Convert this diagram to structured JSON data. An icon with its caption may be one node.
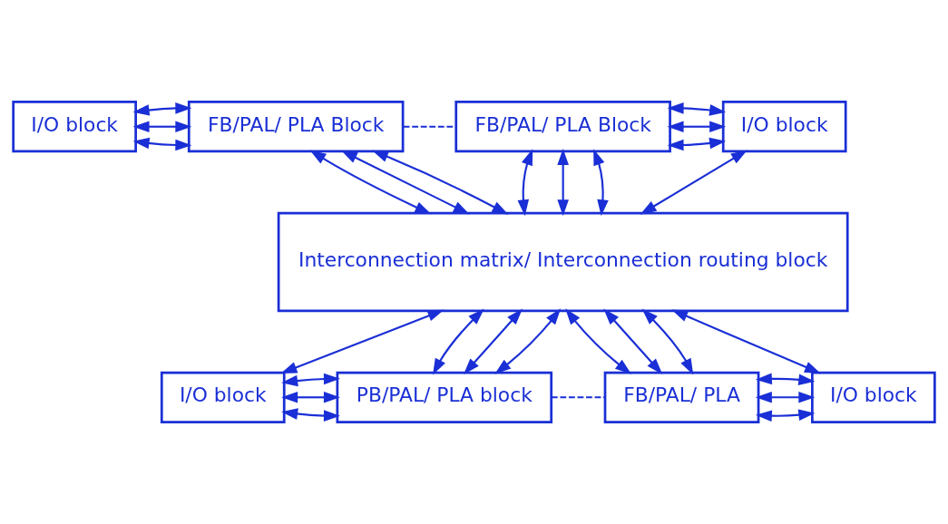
{
  "diagram": {
    "nodes": [
      {
        "text": [
          "I/O block"
        ]
      },
      {
        "text": [
          "FB/PAL/ PLA Block"
        ]
      },
      {
        "text": [
          "FB/PAL/ PLA Block"
        ]
      },
      {
        "text": [
          "I/O block"
        ]
      },
      {
        "text": [
          "Interconnection matrix/ Interconnection routing block"
        ]
      },
      {
        "text": [
          "I/O block"
        ]
      },
      {
        "text": [
          "PB/PAL/ PLA block"
        ]
      },
      {
        "text": [
          "FB/PAL/ PLA"
        ]
      },
      {
        "text": [
          "I/O block"
        ]
      }
    ],
    "edges": [
      {
        "from": 0,
        "to": 1,
        "arrow": "both"
      },
      {
        "from": 0,
        "to": 1,
        "arrow": "both"
      },
      {
        "from": 0,
        "to": 1,
        "arrow": "both"
      },
      {
        "from": 1,
        "to": 2,
        "arrow": "none",
        "style": "dashed"
      },
      {
        "from": 2,
        "to": 3,
        "arrow": "both"
      },
      {
        "from": 2,
        "to": 3,
        "arrow": "both"
      },
      {
        "from": 2,
        "to": 3,
        "arrow": "both"
      },
      {
        "from": 1,
        "to": 4,
        "arrow": "both"
      },
      {
        "from": 1,
        "to": 4,
        "arrow": "both"
      },
      {
        "from": 1,
        "to": 4,
        "arrow": "both"
      },
      {
        "from": 2,
        "to": 4,
        "arrow": "both"
      },
      {
        "from": 2,
        "to": 4,
        "arrow": "both"
      },
      {
        "from": 2,
        "to": 4,
        "arrow": "both"
      },
      {
        "from": 3,
        "to": 4,
        "arrow": "both"
      },
      {
        "from": 4,
        "to": 5,
        "arrow": "both"
      },
      {
        "from": 4,
        "to": 6,
        "arrow": "both"
      },
      {
        "from": 4,
        "to": 6,
        "arrow": "both"
      },
      {
        "from": 4,
        "to": 6,
        "arrow": "both"
      },
      {
        "from": 4,
        "to": 7,
        "arrow": "both"
      },
      {
        "from": 4,
        "to": 7,
        "arrow": "both"
      },
      {
        "from": 4,
        "to": 7,
        "arrow": "both"
      },
      {
        "from": 4,
        "to": 8,
        "arrow": "both"
      },
      {
        "from": 5,
        "to": 6,
        "arrow": "both"
      },
      {
        "from": 5,
        "to": 6,
        "arrow": "both"
      },
      {
        "from": 5,
        "to": 6,
        "arrow": "both"
      },
      {
        "from": 6,
        "to": 7,
        "arrow": "none",
        "style": "dashed"
      },
      {
        "from": 7,
        "to": 8,
        "arrow": "both"
      },
      {
        "from": 7,
        "to": 8,
        "arrow": "both"
      },
      {
        "from": 7,
        "to": 8,
        "arrow": "both"
      }
    ]
  }
}
